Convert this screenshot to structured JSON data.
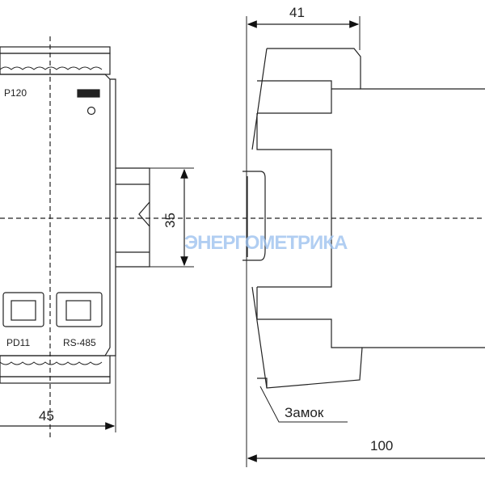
{
  "front_view": {
    "model_label": "P120",
    "port_left_label": "PD11",
    "port_right_label": "RS-485",
    "width_dim": "45",
    "rail_dim": "35"
  },
  "side_view": {
    "depth_top_dim": "41",
    "depth_total_dim": "100",
    "lock_label": "Замок"
  },
  "watermark": "ЭНЕРГОМЕТРИКА",
  "colors": {
    "line": "#222222",
    "watermark": "#9ec3ef"
  }
}
